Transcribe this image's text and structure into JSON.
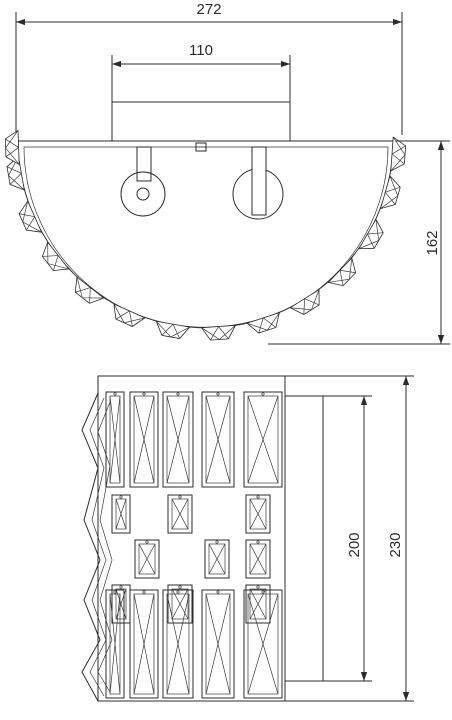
{
  "drawing": {
    "dimensions": {
      "top_overall_width": "272",
      "top_base_width": "110",
      "top_height": "162",
      "side_inner_height": "200",
      "side_overall_height": "230"
    }
  }
}
